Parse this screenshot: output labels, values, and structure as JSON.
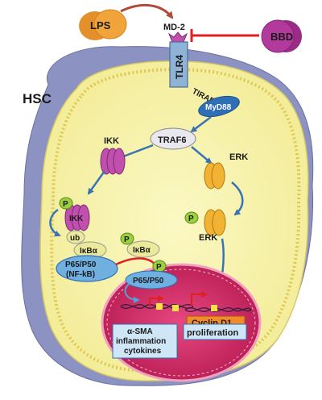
{
  "labels": {
    "lps": "LPS",
    "md2": "MD-2",
    "bbd": "BBD",
    "tlr4": "TLR4",
    "hsc": "HSC",
    "tirap": "TIRAP",
    "myd88": "MyD88",
    "traf6": "TRAF6",
    "ikk_top": "IKK",
    "ikk_p": "IKK",
    "erk_top": "ERK",
    "erk_p": "ERK",
    "p": "P",
    "ub": "ub",
    "ikba_1": "IκBα",
    "ikba_2": "IκBα",
    "p65p50_line1": "P65/P50",
    "p65p50_line2": "(NF-kB)",
    "p65p50_nuc": "P65/P50",
    "cyclin": "Cyclin D1",
    "proliferation": "proliferation",
    "asma_1": "α-SMA",
    "asma_2": "inflammation",
    "asma_3": "cytokines"
  },
  "colors": {
    "cytoplasm": "#f7f3a9",
    "membrane": "#e6d06a",
    "hsc_shadow": "#8c93c2",
    "nucleus": "#c8235f",
    "nucleus_inner": "#e4387a",
    "lps": "#f0a43a",
    "bbd": "#b23a9c",
    "tlr4": "#8fb3d6",
    "myd88": "#2e6fb8",
    "ikk": "#c04fae",
    "erk": "#f2b233",
    "p_badge": "#9cd03f",
    "ikba": "#eaea9a",
    "p65p50": "#6fb0e0",
    "cyclin": "#f28b2a",
    "arrow_blue": "#3a73b5",
    "arrow_red": "#e02020",
    "arrow_brown": "#b04a3a"
  }
}
